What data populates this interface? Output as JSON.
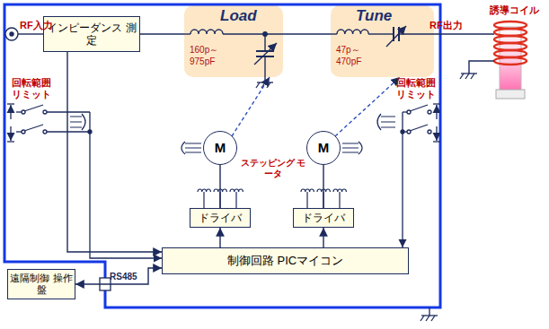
{
  "diagram": {
    "nodes": [
      {
        "text": [
          "インピーダンス 測定"
        ]
      },
      {
        "text": [
          "Load",
          "160p～ 975pF"
        ]
      },
      {
        "text": [
          "Tune",
          "47p～ 470pF"
        ]
      },
      {
        "text": [
          "M"
        ]
      },
      {
        "text": [
          "M"
        ]
      },
      {
        "text": [
          "ドライバ"
        ]
      },
      {
        "text": [
          "ドライバ"
        ]
      },
      {
        "text": [
          "制御回路 PICマイコン"
        ]
      },
      {
        "text": [
          "遠隔制御 操作盤"
        ]
      }
    ],
    "edges": [
      {
        "from": 0,
        "to": 1,
        "arrow": "none"
      },
      {
        "from": 1,
        "to": 2,
        "arrow": "none"
      },
      {
        "from": 0,
        "to": 7,
        "arrow": "to"
      },
      {
        "from": 3,
        "to": 1,
        "arrow": "to"
      },
      {
        "from": 4,
        "to": 2,
        "arrow": "to"
      },
      {
        "from": 7,
        "to": 5,
        "arrow": "to"
      },
      {
        "from": 7,
        "to": 6,
        "arrow": "to"
      },
      {
        "from": 5,
        "to": 3,
        "arrow": "none"
      },
      {
        "from": 6,
        "to": 4,
        "arrow": "none"
      },
      {
        "from": 8,
        "to": 7,
        "arrow": "both"
      }
    ],
    "labels": [
      "RF入力",
      "RF出力",
      "誘導コイル",
      "回転範囲 リミット",
      "回転範囲 リミット",
      "ステッピング モータ",
      "RS485"
    ]
  }
}
